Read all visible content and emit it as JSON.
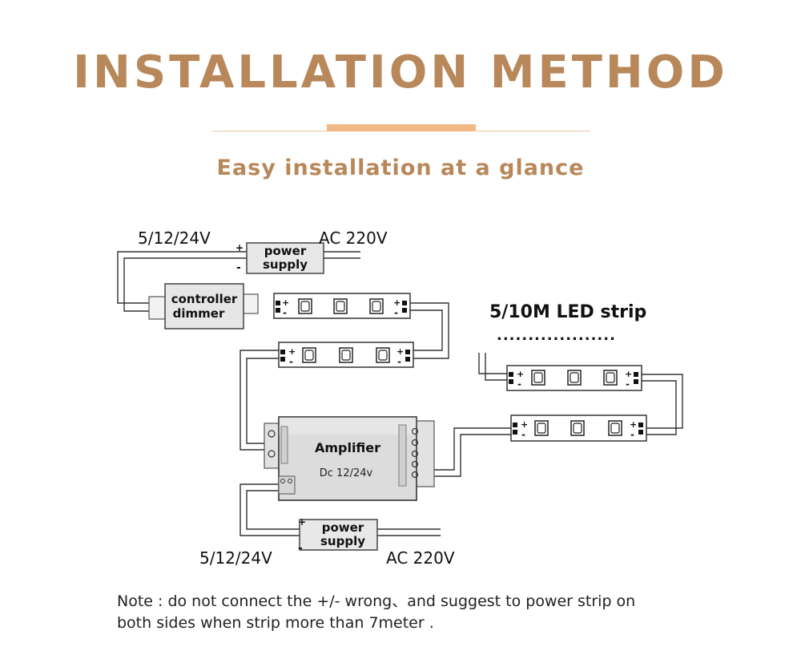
{
  "header": {
    "title": "INSTALLATION METHOD",
    "subtitle": "Easy installation at a glance"
  },
  "diagram": {
    "top_power_supply": {
      "line1": "power",
      "line2": "supply",
      "dc_label": "5/12/24V",
      "ac_label": "AC  220V",
      "plus": "+",
      "minus": "-"
    },
    "controller": {
      "line1": "controller",
      "line2": "dimmer"
    },
    "amplifier": {
      "name": "Amplifier",
      "rating": "Dc 12/24v"
    },
    "bottom_power_supply": {
      "line1": "power",
      "line2": "supply",
      "dc_label": "5/12/24V",
      "ac_label": "AC  220V",
      "plus": "+",
      "minus": "-"
    },
    "led_strip_label": "5/10M  LED strip",
    "led_strip_dots": "...................",
    "strip_terminal_plus": "+",
    "strip_terminal_minus": "-"
  },
  "note": {
    "line1": "Note : do not connect the +/- wrong、and suggest to power strip on",
    "line2": "both sides when strip more than 7meter ."
  },
  "colors": {
    "title": "#b8885a",
    "accent_bar": "#f0b985",
    "thin_rule": "#e7c9a3",
    "box_fill": "#e6e6e6",
    "amplifier_fill": "#dcdcdc",
    "wire": "#333333"
  }
}
